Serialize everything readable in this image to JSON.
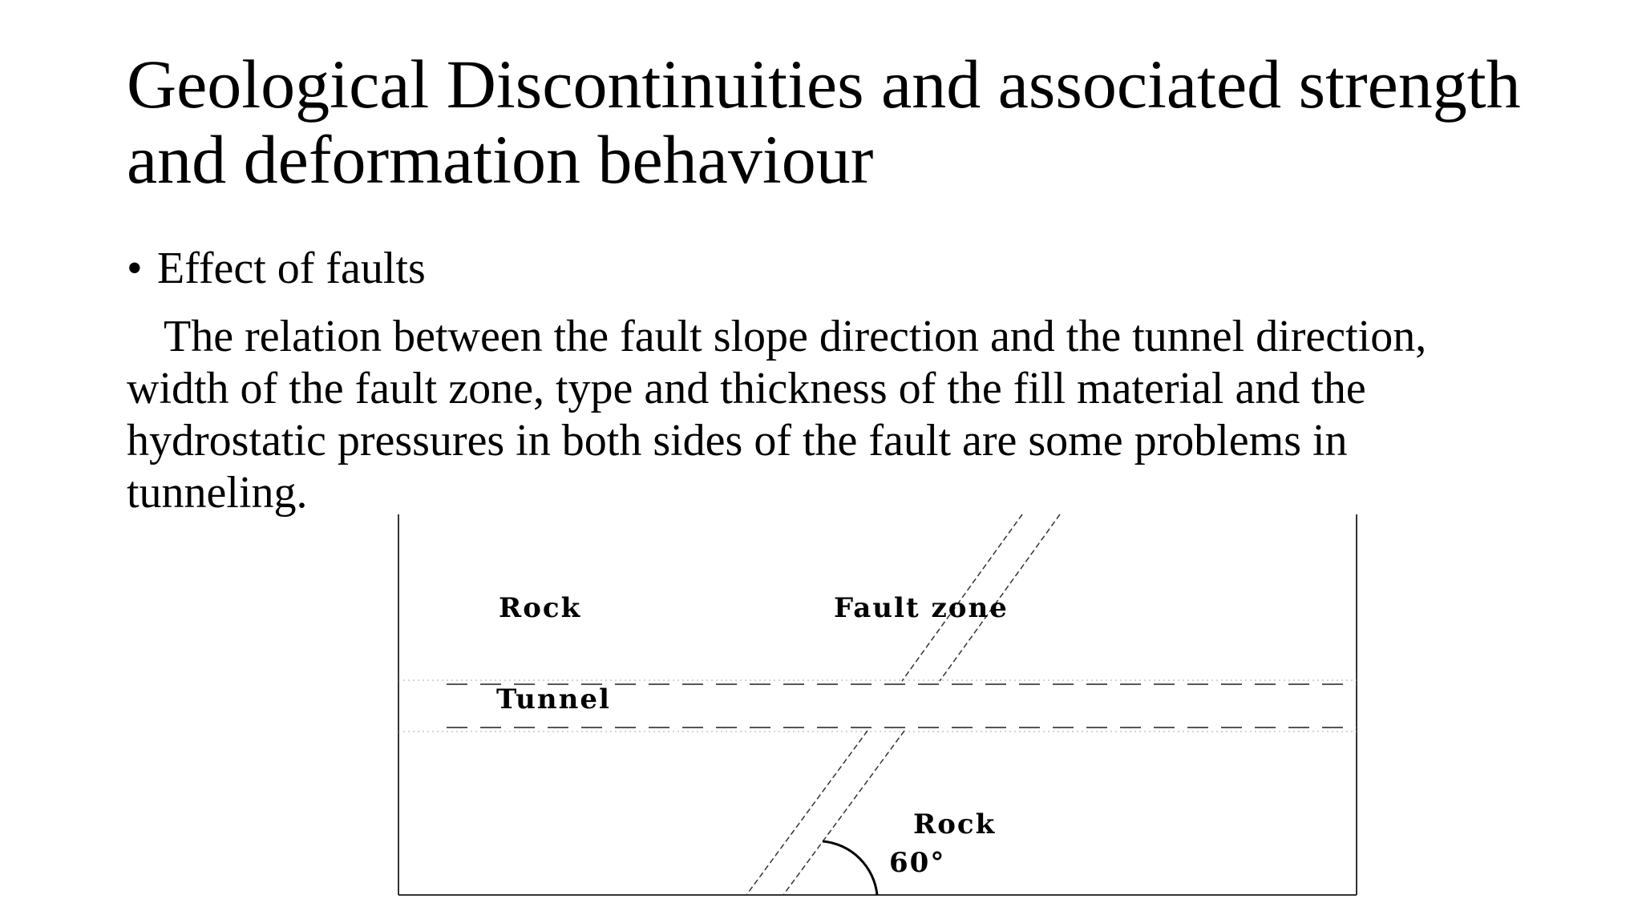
{
  "slide": {
    "title": "Geological Discontinuities and associated strength and deformation behaviour",
    "bullet_marker": "•",
    "bullet": "Effect of faults",
    "paragraph": "The relation between the fault slope direction and the tunnel direction, width of the fault zone, type and thickness of the fill material and the hydrostatic pressures in both sides of the fault are some problems in tunneling."
  },
  "figure": {
    "label_rock_top": "Rock",
    "label_fault_zone": "Fault zone",
    "label_tunnel": "Tunnel",
    "label_rock_bottom": "Rock",
    "label_angle": "60°",
    "fault_dip_degrees": 60
  }
}
